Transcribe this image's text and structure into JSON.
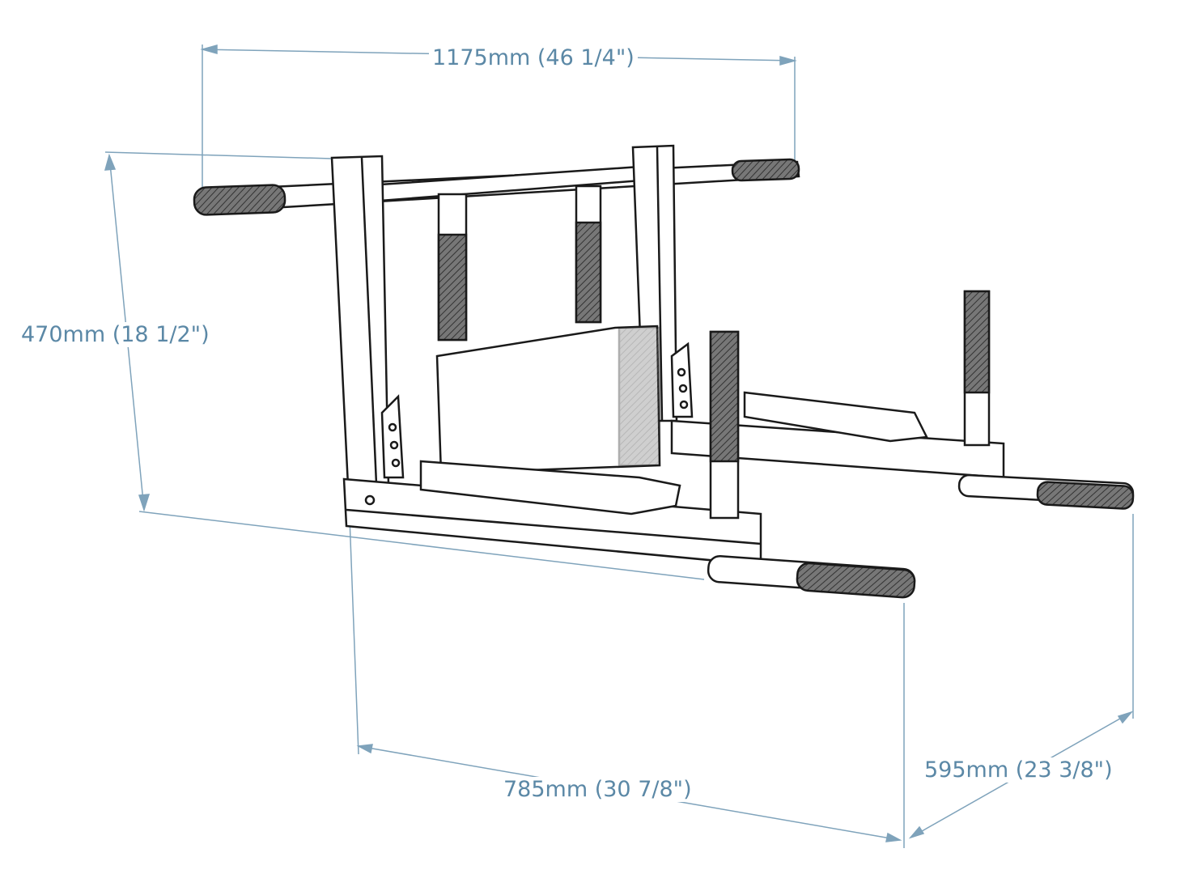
{
  "dimensions": {
    "width": "1175mm (46 1/4\")",
    "height": "470mm (18 1/2\")",
    "depth": "785mm (30 7/8\")",
    "handle_spacing": "595mm (23 3/8\")"
  },
  "colors": {
    "dimension": "#5b88a6",
    "line": "#1a1a1a",
    "grip": "#555555"
  }
}
